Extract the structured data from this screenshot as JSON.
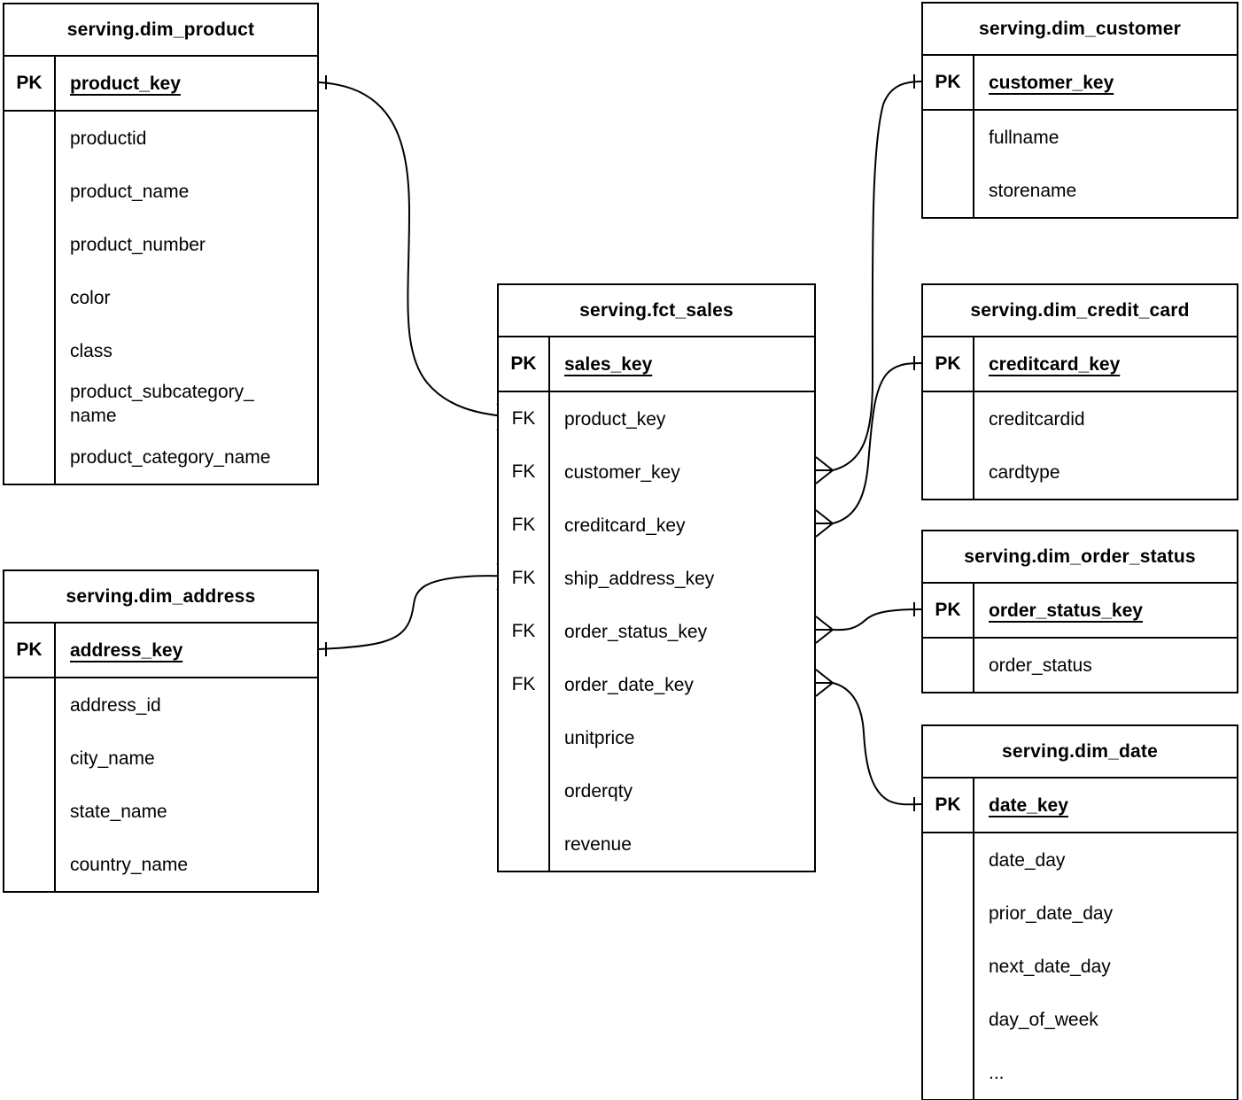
{
  "tables": {
    "dim_product": {
      "title": "serving.dim_product",
      "pk": {
        "label": "PK",
        "field": "product_key"
      },
      "fields": [
        "productid",
        "product_name",
        "product_number",
        "color",
        "class",
        "product_subcategory_\nname",
        "product_category_name"
      ]
    },
    "dim_address": {
      "title": "serving.dim_address",
      "pk": {
        "label": "PK",
        "field": "address_key"
      },
      "fields": [
        "address_id",
        "city_name",
        "state_name",
        "country_name"
      ]
    },
    "fct_sales": {
      "title": "serving.fct_sales",
      "pk": {
        "label": "PK",
        "field": "sales_key"
      },
      "fks": [
        {
          "label": "FK",
          "field": "product_key"
        },
        {
          "label": "FK",
          "field": "customer_key"
        },
        {
          "label": "FK",
          "field": "creditcard_key"
        },
        {
          "label": "FK",
          "field": "ship_address_key"
        },
        {
          "label": "FK",
          "field": "order_status_key"
        },
        {
          "label": "FK",
          "field": "order_date_key"
        }
      ],
      "measures": [
        "unitprice",
        "orderqty",
        "revenue"
      ]
    },
    "dim_customer": {
      "title": "serving.dim_customer",
      "pk": {
        "label": "PK",
        "field": "customer_key"
      },
      "fields": [
        "fullname",
        "storename"
      ]
    },
    "dim_credit_card": {
      "title": "serving.dim_credit_card",
      "pk": {
        "label": "PK",
        "field": "creditcard_key"
      },
      "fields": [
        "creditcardid",
        "cardtype"
      ]
    },
    "dim_order_status": {
      "title": "serving.dim_order_status",
      "pk": {
        "label": "PK",
        "field": "order_status_key"
      },
      "fields": [
        "order_status"
      ]
    },
    "dim_date": {
      "title": "serving.dim_date",
      "pk": {
        "label": "PK",
        "field": "date_key"
      },
      "fields": [
        "date_day",
        "prior_date_day",
        "next_date_day",
        "day_of_week",
        "..."
      ]
    }
  },
  "relationships": [
    {
      "many": "serving.fct_sales.product_key",
      "one": "serving.dim_product.product_key",
      "notation": "crow-foot many-to-one"
    },
    {
      "many": "serving.fct_sales.customer_key",
      "one": "serving.dim_customer.customer_key",
      "notation": "crow-foot many-to-one"
    },
    {
      "many": "serving.fct_sales.creditcard_key",
      "one": "serving.dim_credit_card.creditcard_key",
      "notation": "crow-foot many-to-one"
    },
    {
      "many": "serving.fct_sales.ship_address_key",
      "one": "serving.dim_address.address_key",
      "notation": "crow-foot many-to-one"
    },
    {
      "many": "serving.fct_sales.order_status_key",
      "one": "serving.dim_order_status.order_status_key",
      "notation": "crow-foot many-to-one"
    },
    {
      "many": "serving.fct_sales.order_date_key",
      "one": "serving.dim_date.date_key",
      "notation": "crow-foot many-to-one"
    }
  ],
  "colors": {
    "stroke": "#000000",
    "background": "#ffffff",
    "text": "#000000"
  }
}
